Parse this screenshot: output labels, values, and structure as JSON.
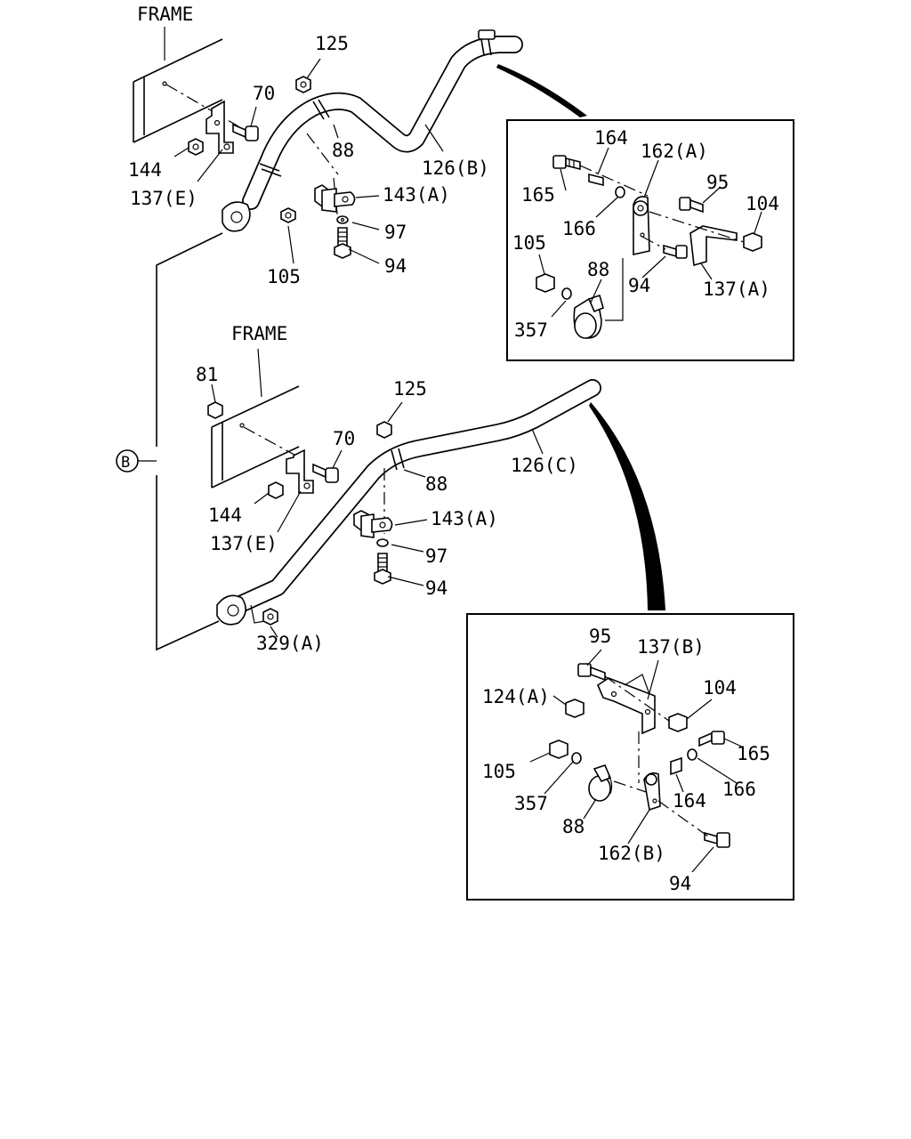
{
  "top_assembly": {
    "frame_label": "FRAME",
    "labels": {
      "l125": "125",
      "l70": "70",
      "l88": "88",
      "l126b": "126(B)",
      "l144": "144",
      "l137e": "137(E)",
      "l143a": "143(A)",
      "l97": "97",
      "l94": "94",
      "l105": "105"
    }
  },
  "detail_a": {
    "labels": {
      "l164": "164",
      "l162a": "162(A)",
      "l165": "165",
      "l95": "95",
      "l104": "104",
      "l166": "166",
      "l105": "105",
      "l88": "88",
      "l94": "94",
      "l137a": "137(A)",
      "l357": "357"
    }
  },
  "bottom_assembly": {
    "frame_label": "FRAME",
    "labels": {
      "l81": "81",
      "l125": "125",
      "l70": "70",
      "l88": "88",
      "l126c": "126(C)",
      "l144": "144",
      "l137e": "137(E)",
      "l143a": "143(A)",
      "l97": "97",
      "l94": "94",
      "l329a": "329(A)"
    }
  },
  "reference_marker": "B",
  "detail_b": {
    "labels": {
      "l95": "95",
      "l137b": "137(B)",
      "l124a": "124(A)",
      "l104": "104",
      "l165": "165",
      "l105": "105",
      "l166": "166",
      "l357": "357",
      "l164": "164",
      "l88": "88",
      "l162b": "162(B)",
      "l94": "94"
    }
  }
}
